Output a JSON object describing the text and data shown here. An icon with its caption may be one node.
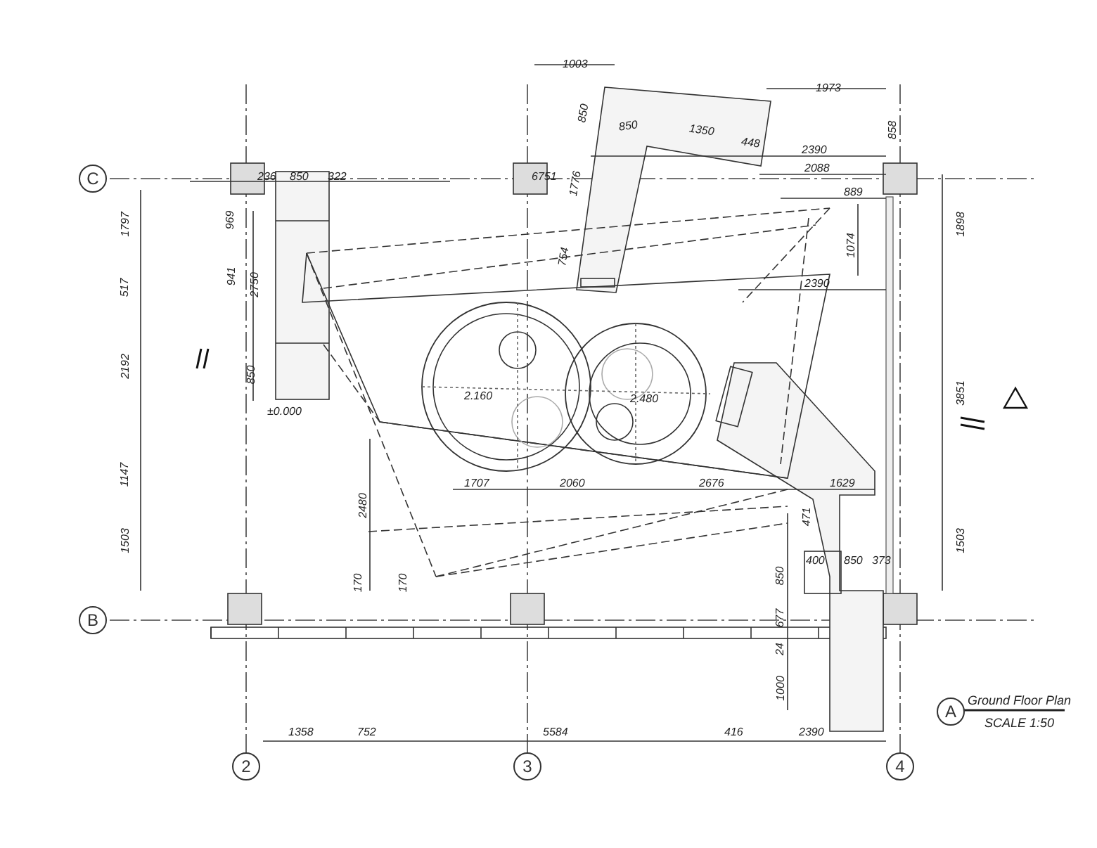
{
  "diagram": {
    "title": "Ground Floor Plan",
    "caption": "SCALE 1:50",
    "nodes": [
      {
        "text": [
          "C"
        ]
      },
      {
        "text": [
          "B"
        ]
      },
      {
        "text": [
          "2"
        ]
      },
      {
        "text": [
          "3"
        ]
      },
      {
        "text": [
          "4"
        ]
      },
      {
        "text": [
          "A"
        ]
      }
    ],
    "labels": [
      "1003",
      "1973",
      "236",
      "850",
      "322",
      "6751",
      "850",
      "1350",
      "448",
      "2390",
      "2088",
      "858",
      "850",
      "1776",
      "889",
      "1074",
      "2390",
      "754",
      "969",
      "941",
      "2750",
      "850",
      "1797",
      "517",
      "2192",
      "1147",
      "1503",
      "±0.000",
      "2480",
      "170",
      "170",
      "2.160",
      "2.480",
      "1707",
      "2060",
      "2676",
      "1629",
      "471",
      "400",
      "850",
      "373",
      "850",
      "677",
      "24",
      "1000",
      "1358",
      "752",
      "5584",
      "416",
      "2390",
      "1898",
      "3851",
      "1503"
    ]
  }
}
